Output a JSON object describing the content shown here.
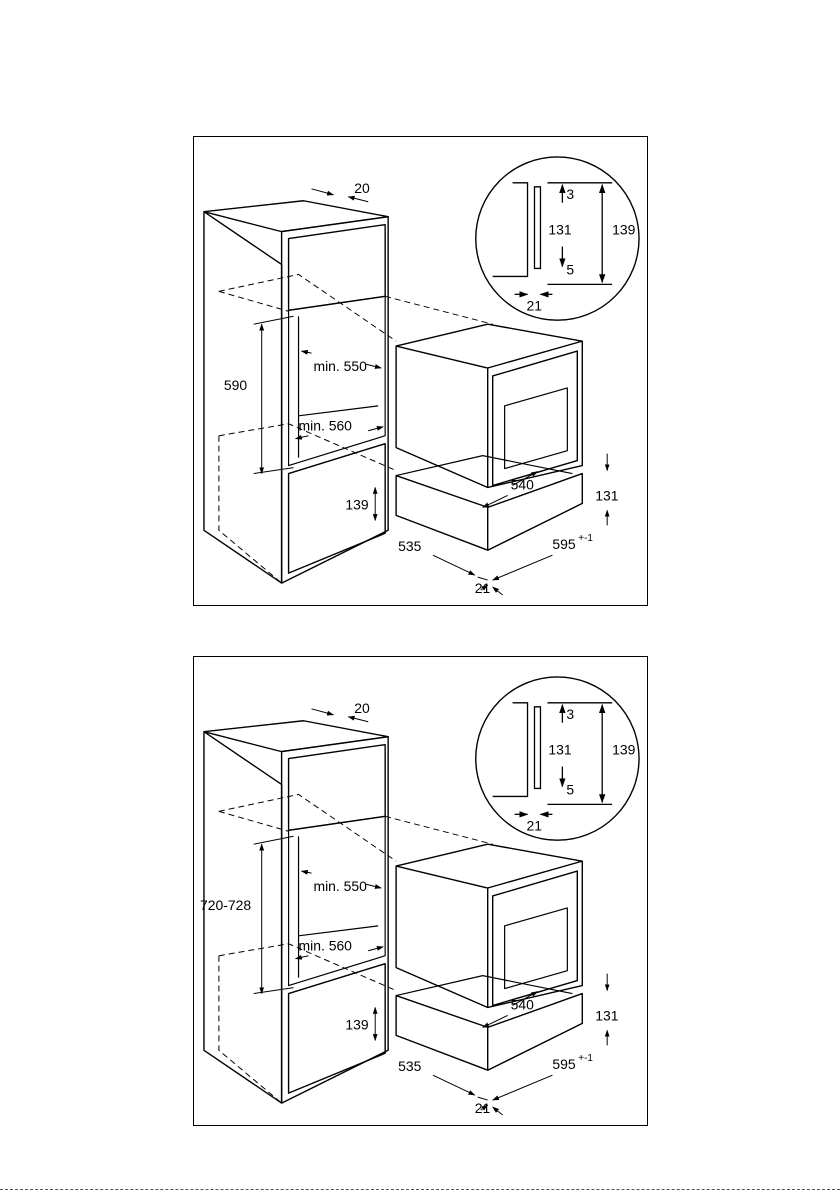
{
  "figures": [
    {
      "id": "installation-drawing-1",
      "dimensions": {
        "top_offset": "20",
        "niche_height": "590",
        "min_550": "min. 550",
        "min_560": "min. 560",
        "drawer_height": "139",
        "depth_535": "535",
        "depth_540": "540",
        "width_595": "595",
        "width_tolerance": "+-1",
        "height_131": "131",
        "gap_21": "21"
      },
      "detail": {
        "d3": "3",
        "d131": "131",
        "d139": "139",
        "d5": "5",
        "d21": "21"
      }
    },
    {
      "id": "installation-drawing-2",
      "dimensions": {
        "top_offset": "20",
        "niche_height": "720-728",
        "min_550": "min. 550",
        "min_560": "min. 560",
        "drawer_height": "139",
        "depth_535": "535",
        "depth_540": "540",
        "width_595": "595",
        "width_tolerance": "+-1",
        "height_131": "131",
        "gap_21": "21"
      },
      "detail": {
        "d3": "3",
        "d131": "131",
        "d139": "139",
        "d5": "5",
        "d21": "21"
      }
    }
  ]
}
